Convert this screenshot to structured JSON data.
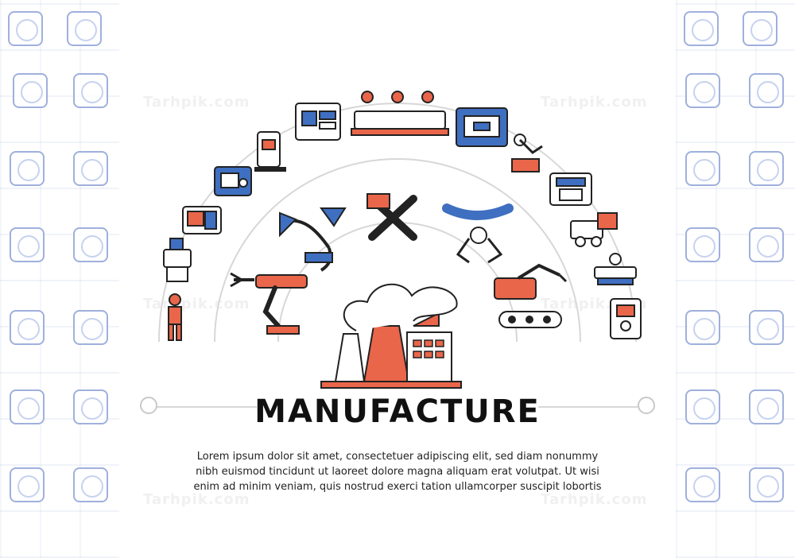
{
  "watermark": "Tarhpik.com",
  "headline": "MANUFACTURE",
  "description": "Lorem ipsum dolor sit amet, consectetuer adipiscing elit, sed diam nonummy nibh euismod tincidunt ut laoreet dolore magna aliquam erat volutpat. Ut wisi enim ad minim veniam, quis nostrud exerci tation ullamcorper suscipit lobortis",
  "colors": {
    "accent_orange": "#E9664A",
    "accent_blue": "#3F6FC1",
    "line_gray": "#D7D7D7",
    "text_dark": "#111111"
  },
  "icons": {
    "ring_outer": [
      "worker-icon",
      "lathe-icon",
      "drill-press-icon",
      "cnc-machine-icon",
      "control-panel-icon",
      "conveyor-workers-icon",
      "3d-printer-icon",
      "welding-robot-icon",
      "printer-icon",
      "forklift-icon",
      "engineer-icon",
      "control-box-icon"
    ],
    "ring_inner": [
      "robot-arm-icon",
      "tools-icon",
      "gripper-icon",
      "robotic-vehicle-icon",
      "industrial-robot-icon"
    ],
    "center": "factory-icon"
  }
}
